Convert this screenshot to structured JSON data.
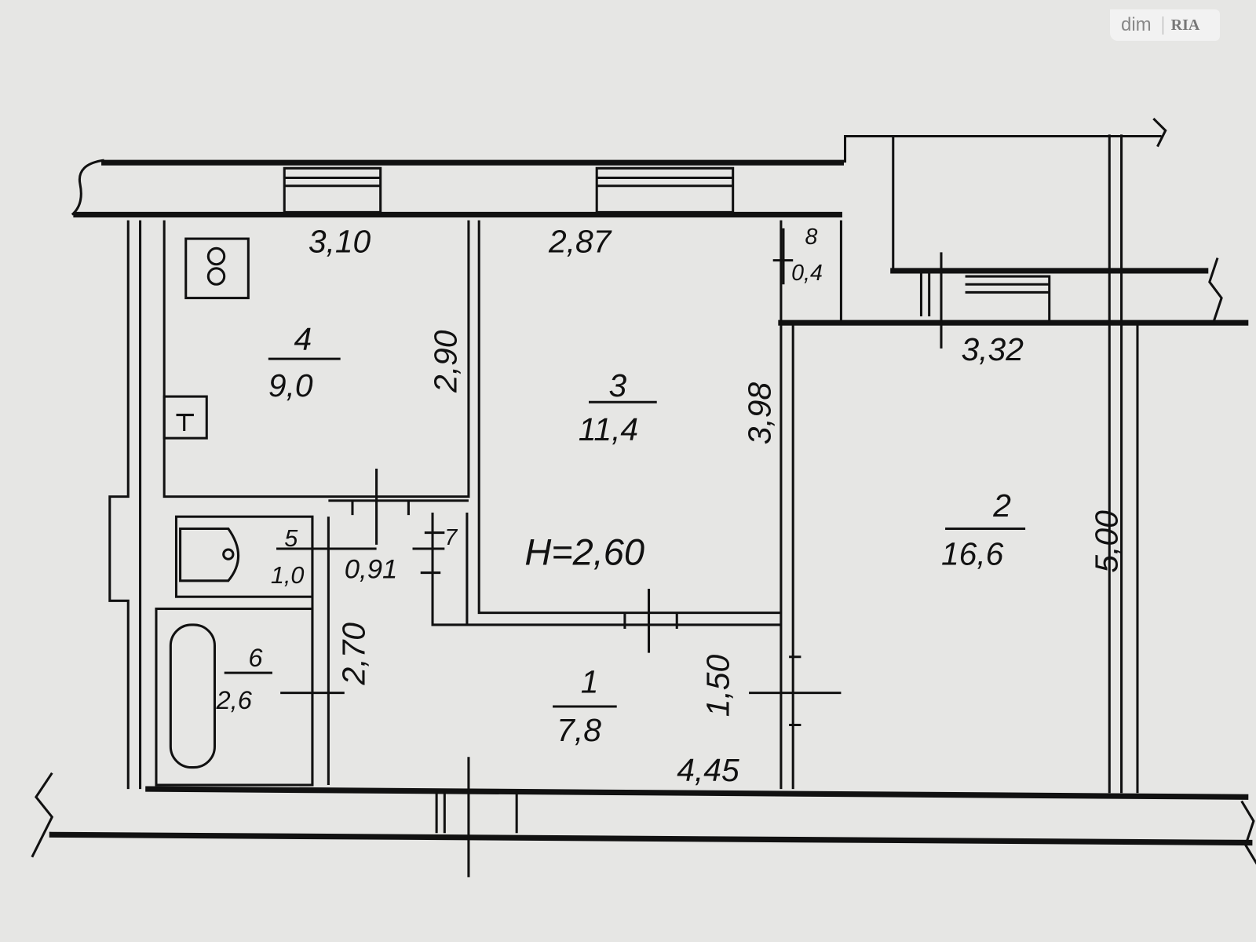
{
  "watermark": {
    "left": "dim",
    "right": "RIA"
  },
  "ceiling_height": "H=2,60",
  "rooms": [
    {
      "number": "1",
      "area": "7,8"
    },
    {
      "number": "2",
      "area": "16,6"
    },
    {
      "number": "3",
      "area": "11,4"
    },
    {
      "number": "4",
      "area": "9,0"
    },
    {
      "number": "5",
      "area": "1,0"
    },
    {
      "number": "6",
      "area": "2,6"
    },
    {
      "number": "7",
      "area": ""
    },
    {
      "number": "8",
      "area": "0,4"
    }
  ],
  "dimensions": {
    "kitchen_width": "3,10",
    "kitchen_depth": "2,90",
    "room3_width": "2,87",
    "room3_depth": "3,98",
    "room2_width": "3,32",
    "room2_depth": "5,00",
    "hall_width": "4,45",
    "hall_depth": "1,50",
    "bath_depth": "2,70",
    "wc_width": "0,91"
  }
}
